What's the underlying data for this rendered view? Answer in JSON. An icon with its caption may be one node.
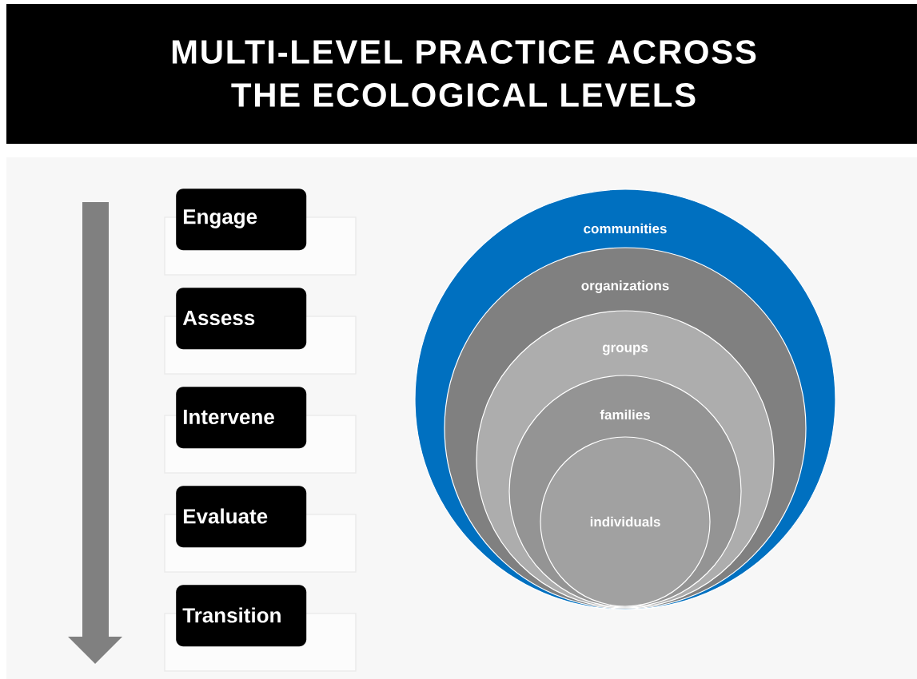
{
  "diagram": {
    "title": "MULTI-LEVEL PRACTICE ACROSS THE ECOLOGICAL LEVELS",
    "nodes": [
      {
        "text": [
          "Engage"
        ]
      },
      {
        "text": [
          "Assess"
        ]
      },
      {
        "text": [
          "Intervene"
        ]
      },
      {
        "text": [
          "Evaluate"
        ]
      },
      {
        "text": [
          "Transition"
        ]
      },
      {
        "text": [
          "communities"
        ]
      },
      {
        "text": [
          "organizations"
        ],
        "in": 5
      },
      {
        "text": [
          "groups"
        ],
        "in": 6
      },
      {
        "text": [
          "families"
        ],
        "in": 7
      },
      {
        "text": [
          "individuals"
        ],
        "in": 8
      }
    ],
    "edges": []
  }
}
